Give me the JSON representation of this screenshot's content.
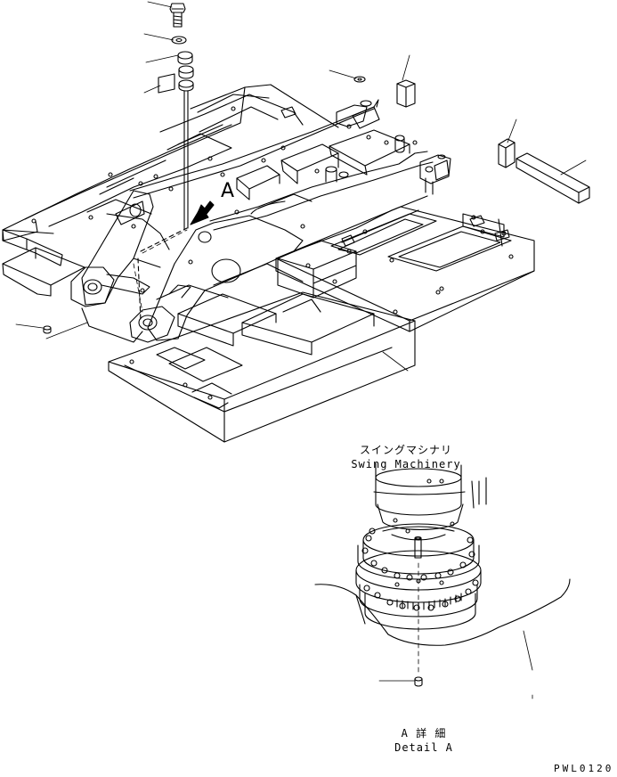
{
  "callouts": {
    "view_arrow_letter": "A",
    "swing_machinery_jp": "スイングマシナリ",
    "swing_machinery_en": "Swing Machinery",
    "detail_jp": "A 詳 細",
    "detail_en": "Detail A"
  },
  "drawing_code": "PWL0120"
}
